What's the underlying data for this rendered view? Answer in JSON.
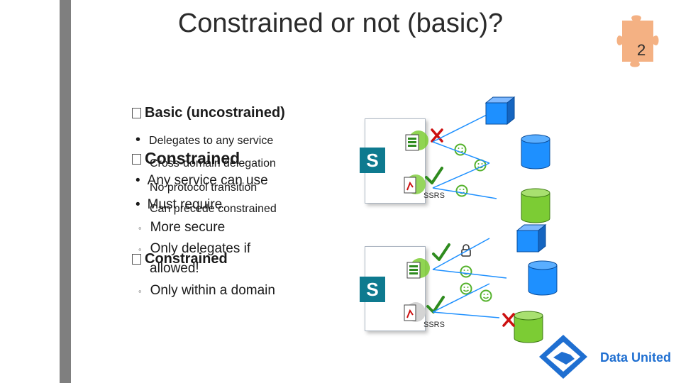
{
  "title": "Constrained or not (basic)?",
  "puzzle_number": "2",
  "left": {
    "basic_heading": "Basic (uncostrained)",
    "basic_items": [
      "Delegates to any service",
      "Cross-domain delegation",
      "No protocol transition",
      "Can precede constrained"
    ],
    "constrained_heading_1": "Constrained",
    "constrained_items_1": [
      "Any service can use",
      "Must require"
    ],
    "sub_items": [
      "More secure",
      "Only delegates if",
      "allowed!",
      "Only within a domain"
    ],
    "constrained_heading_2": "Constrained"
  },
  "diagram": {
    "ssrs_label_top": "SSRS",
    "ssrs_label_bottom": "SSRS",
    "sharepoint_letter": "S"
  },
  "logo": {
    "text": "Data United"
  },
  "colors": {
    "check": "#2e8b1e",
    "cross": "#cc1010",
    "smiley": "#55b22c",
    "cube": "#1e90ff",
    "cylinder_blue": "#1e90ff",
    "cylinder_green": "#7ccc34",
    "puzzle": "#f4b183",
    "brand": "#1f6fd1"
  }
}
